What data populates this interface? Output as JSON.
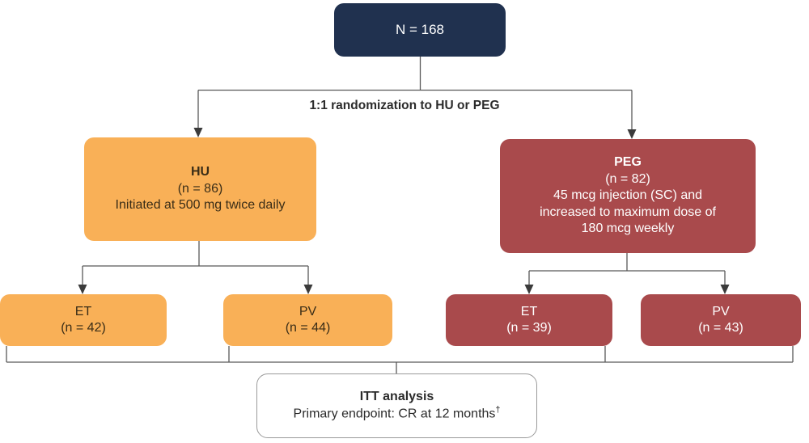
{
  "diagram": {
    "type": "flowchart",
    "title": "CONSORT-style trial randomization flow diagram",
    "colors": {
      "navy": "#20314F",
      "orange": "#F9B057",
      "red": "#A94A4C",
      "white_box_border": "#9A9A9A",
      "connector": "#595959"
    },
    "nodes": {
      "enrolled": {
        "label": "N = 168",
        "color": "navy"
      },
      "hu": {
        "title": "HU",
        "count": "(n = 86)",
        "detail": "Initiated at 500 mg twice daily",
        "color": "orange"
      },
      "peg": {
        "title": "PEG",
        "count": "(n = 82)",
        "detail_line1": "45 mcg injection (SC) and",
        "detail_line2": "increased to maximum dose of",
        "detail_line3": "180 mcg weekly",
        "color": "red"
      },
      "hu_et": {
        "title": "ET",
        "count": "(n = 42)",
        "color": "orange"
      },
      "hu_pv": {
        "title": "PV",
        "count": "(n = 44)",
        "color": "orange"
      },
      "peg_et": {
        "title": "ET",
        "count": "(n = 39)",
        "color": "red"
      },
      "peg_pv": {
        "title": "PV",
        "count": "(n = 43)",
        "color": "red"
      },
      "itt": {
        "title": "ITT analysis",
        "detail": "Primary endpoint: CR at 12 months",
        "detail_marker": "†",
        "color": "white"
      }
    },
    "edge_labels": {
      "randomization": "1:1 randomization to HU or PEG"
    }
  }
}
